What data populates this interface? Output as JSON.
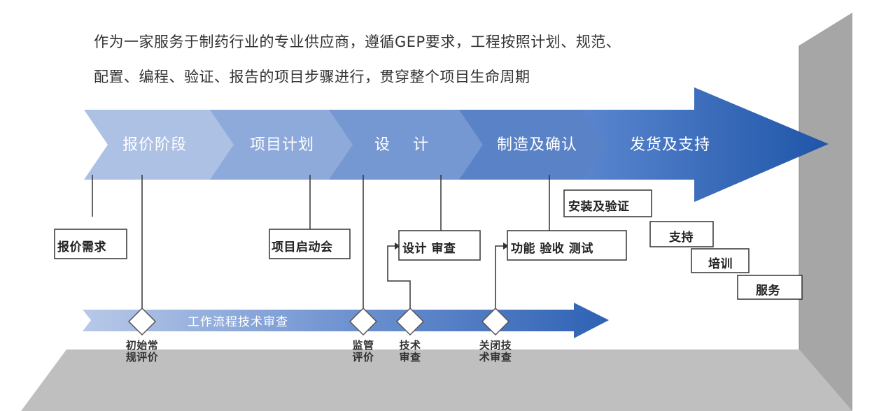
{
  "intro": {
    "line1": "作为一家服务于制药行业的专业供应商，遵循GEP要求，工程按照计划、规范、",
    "line2": "配置、编程、验证、报告的项目步骤进行，贯穿整个项目生命周期"
  },
  "phases": [
    {
      "label": "报价阶段",
      "color": "#a9bde2"
    },
    {
      "label": "项目计划",
      "color": "#8eaadb"
    },
    {
      "label": "设    计",
      "color": "#7598d2"
    },
    {
      "label": "制造及确认",
      "color": "#5a82c6"
    },
    {
      "label": "发货及支持",
      "color": "#2e62b0"
    }
  ],
  "boxes": {
    "quote_req": "报价需求",
    "kickoff": "项目启动会",
    "design_review": "设计 审查",
    "fat": "功能 验收 测试",
    "install": "安装及验证",
    "support": "支持",
    "training": "培训",
    "service": "服务"
  },
  "workflow": {
    "label": "工作流程技术审查",
    "milestones": {
      "initial": [
        "初始常",
        "规评价"
      ],
      "regulatory": [
        "监管",
        "评价"
      ],
      "tech": [
        "技术",
        "审查"
      ],
      "close": [
        "关闭技",
        "术审查"
      ]
    }
  },
  "colors": {
    "floor": "#bfbfbf",
    "wall": "#a6a6a6",
    "workflow_arrow": "#3d6fc0"
  }
}
